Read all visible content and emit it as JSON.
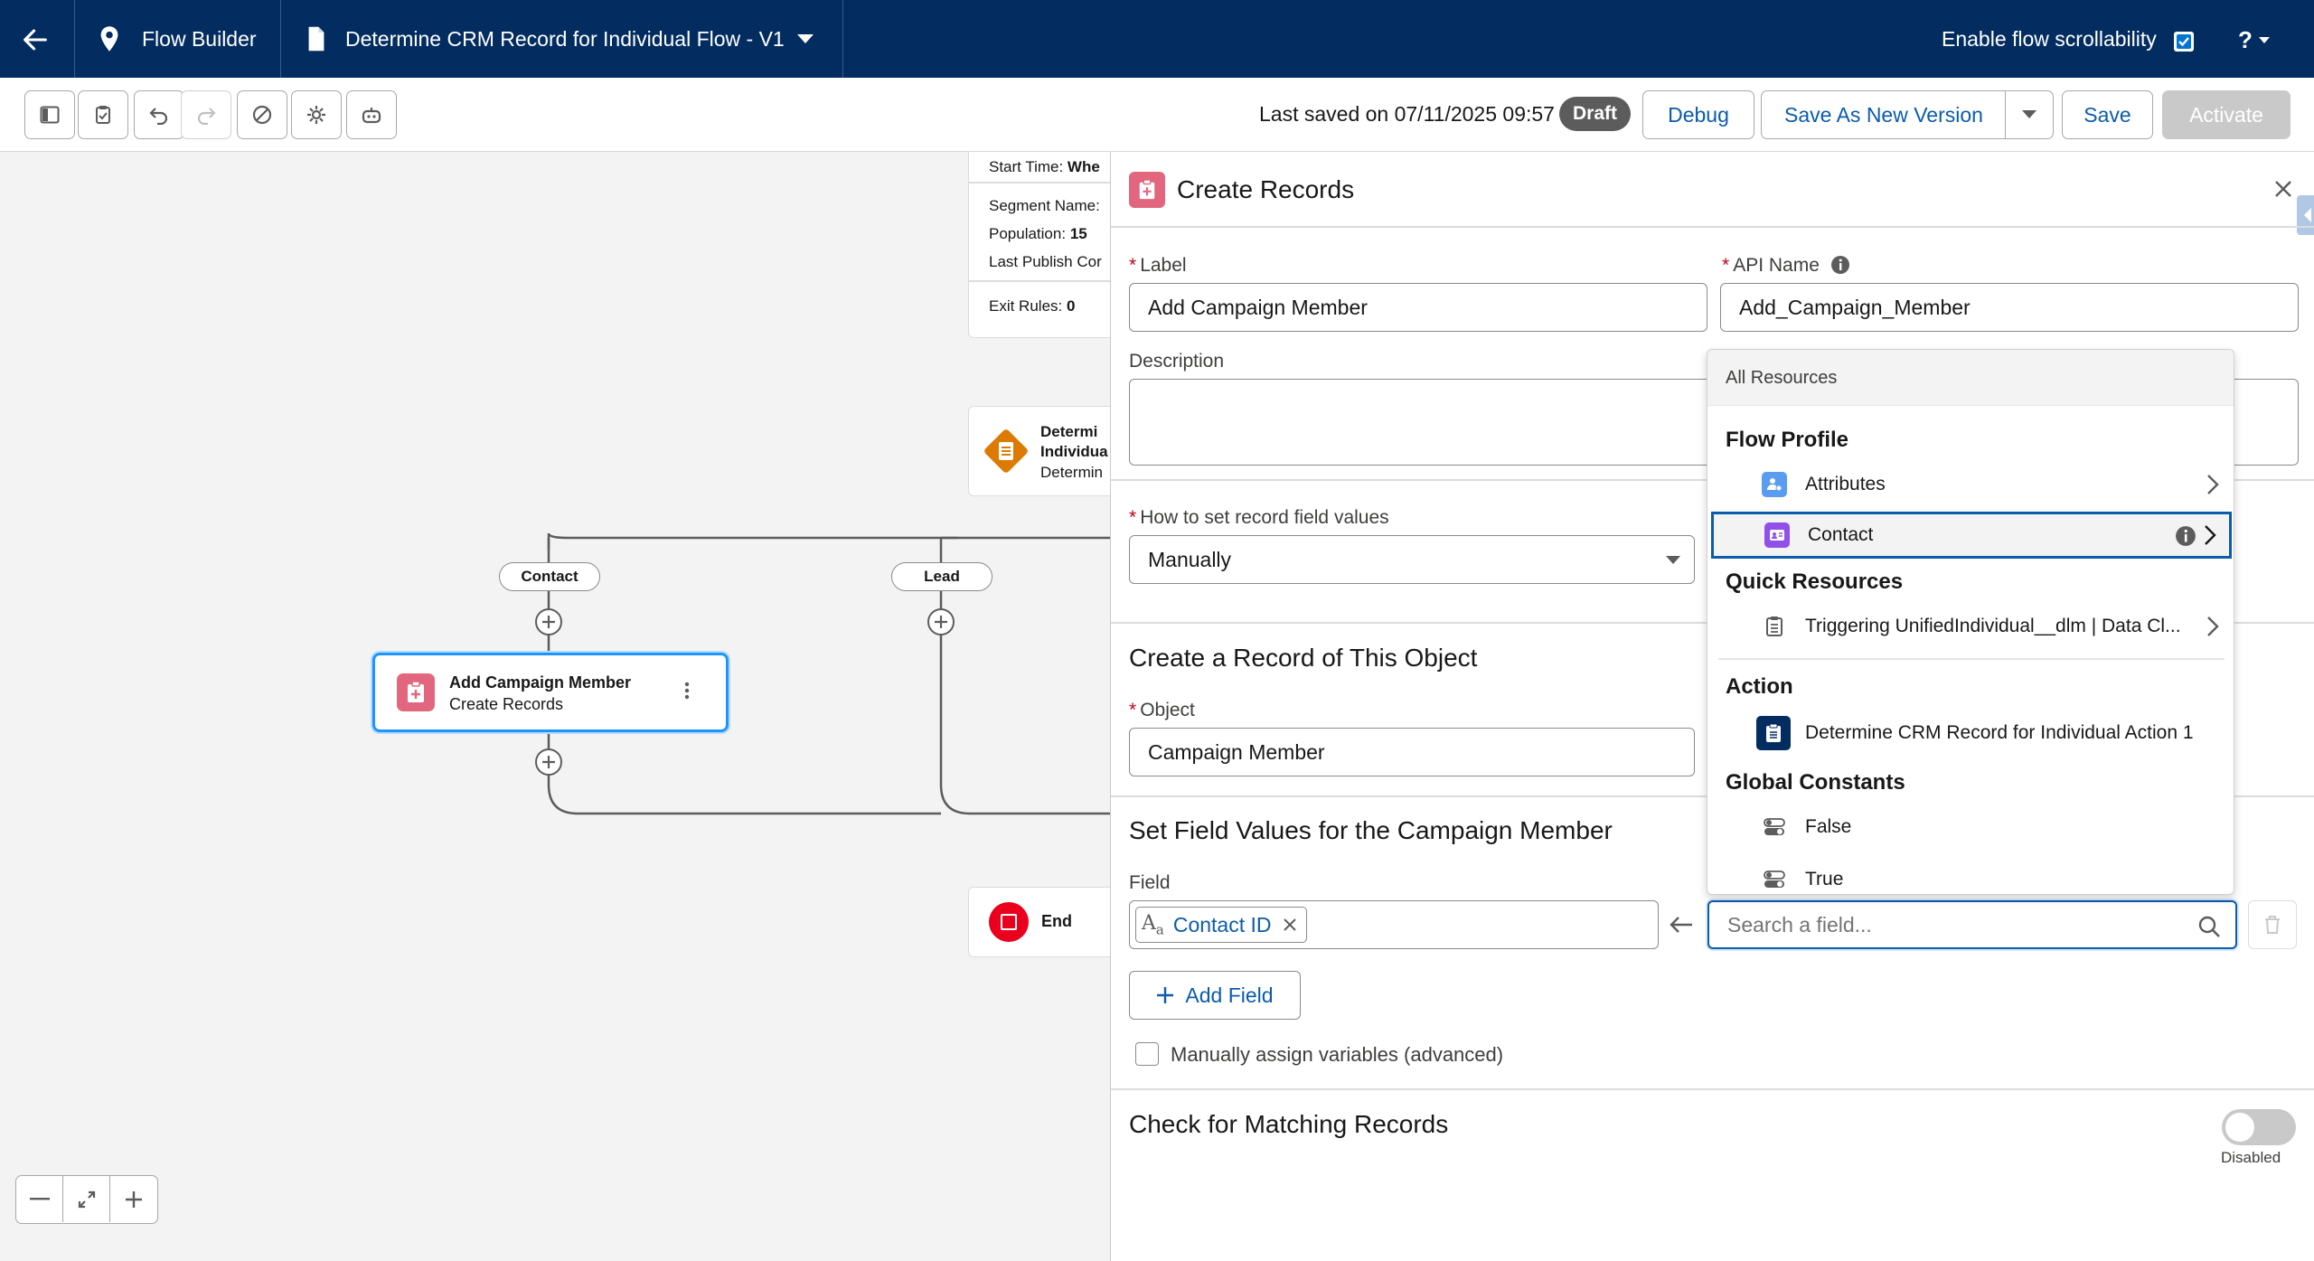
{
  "header": {
    "app_name": "Flow Builder",
    "flow_title": "Determine CRM Record for Individual Flow - V1",
    "scrollability_label": "Enable flow scrollability",
    "help_label": "?"
  },
  "toolbar": {
    "last_saved": "Last saved on 07/11/2025 09:57",
    "status_badge": "Draft",
    "debug_label": "Debug",
    "save_new_version_label": "Save As New Version",
    "save_label": "Save",
    "activate_label": "Activate"
  },
  "canvas": {
    "start_card": {
      "start_time_label": "Start Time:",
      "start_time_value": "Whe",
      "segment_name_label": "Segment Name:",
      "population_label": "Population:",
      "population_value": "15",
      "last_publish_label": "Last Publish Cor",
      "exit_rules_label": "Exit Rules:",
      "exit_rules_value": "0"
    },
    "decision_card": {
      "line1": "Determi",
      "line2": "Individua",
      "line3": "Determin"
    },
    "branch_contact": "Contact",
    "branch_lead": "Lead",
    "selected_node": {
      "title": "Add Campaign Member",
      "subtitle": "Create Records"
    },
    "end_label": "End"
  },
  "panel": {
    "title": "Create Records",
    "label_field_label": "Label",
    "label_value": "Add Campaign Member",
    "api_name_label": "API Name",
    "api_name_value": "Add_Campaign_Member",
    "description_label": "Description",
    "how_to_set_label": "How to set record field values",
    "how_to_set_value": "Manually",
    "create_object_heading": "Create a Record of This Object",
    "object_label": "Object",
    "object_value": "Campaign Member",
    "set_field_values_heading": "Set Field Values for the Campaign Member",
    "field_label": "Field",
    "field_pill_value": "Contact ID",
    "search_placeholder": "Search a field...",
    "add_field_label": "Add Field",
    "manually_assign_label": "Manually assign variables (advanced)",
    "check_matching_heading": "Check for Matching Records",
    "toggle_status": "Disabled"
  },
  "resource_dropdown": {
    "header": "All Resources",
    "groups": [
      {
        "name": "Flow Profile",
        "items": [
          "Attributes",
          "Contact"
        ]
      },
      {
        "name": "Quick Resources",
        "items": [
          "Triggering UnifiedIndividual__dlm | Data Cl..."
        ]
      },
      {
        "name": "Action",
        "items": [
          "Determine CRM Record for Individual Action 1"
        ]
      },
      {
        "name": "Global Constants",
        "items": [
          "False",
          "True"
        ]
      }
    ]
  },
  "colors": {
    "header_bg": "#032d60",
    "brand_blue": "#0b5cab",
    "create_records_pink": "#e3667f",
    "decision_orange": "#dd7a01",
    "end_red": "#ea001e",
    "contact_purple": "#9050e9",
    "attributes_blue": "#5a9cf0"
  }
}
